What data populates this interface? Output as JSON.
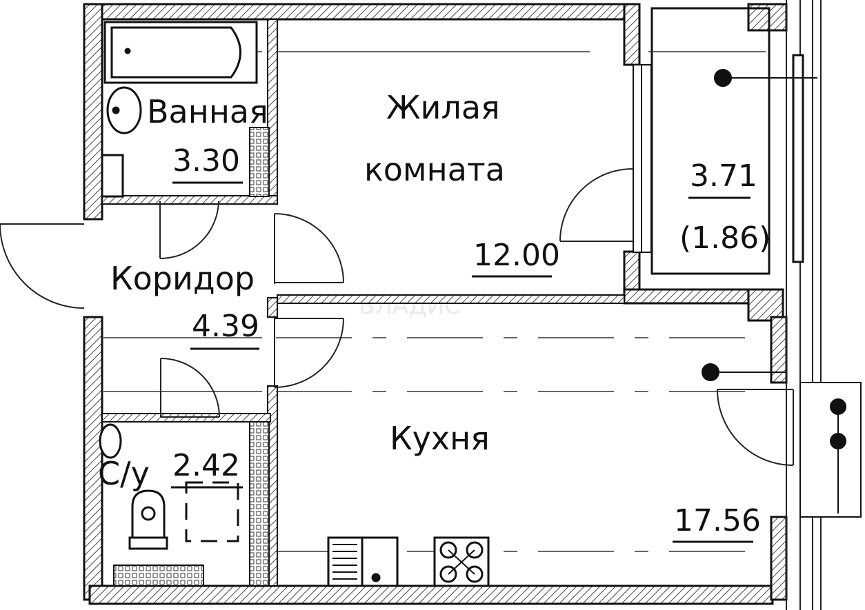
{
  "rooms": {
    "bathroom": {
      "name": "Ванная",
      "area": "3.30"
    },
    "living_room": {
      "name_line1": "Жилая",
      "name_line2": "комната",
      "area": "12.00"
    },
    "loggia": {
      "area": "3.71",
      "area_reduced": "(1.86)"
    },
    "corridor": {
      "name": "Коридор",
      "area": "4.39"
    },
    "wc": {
      "name": "С/у",
      "area": "2.42"
    },
    "kitchen": {
      "name": "Кухня",
      "area": "17.56"
    }
  },
  "watermark": "ВЛАДИС",
  "colors": {
    "wall": "#1a1a1a",
    "hatch": "#555555",
    "background": "#ffffff"
  }
}
